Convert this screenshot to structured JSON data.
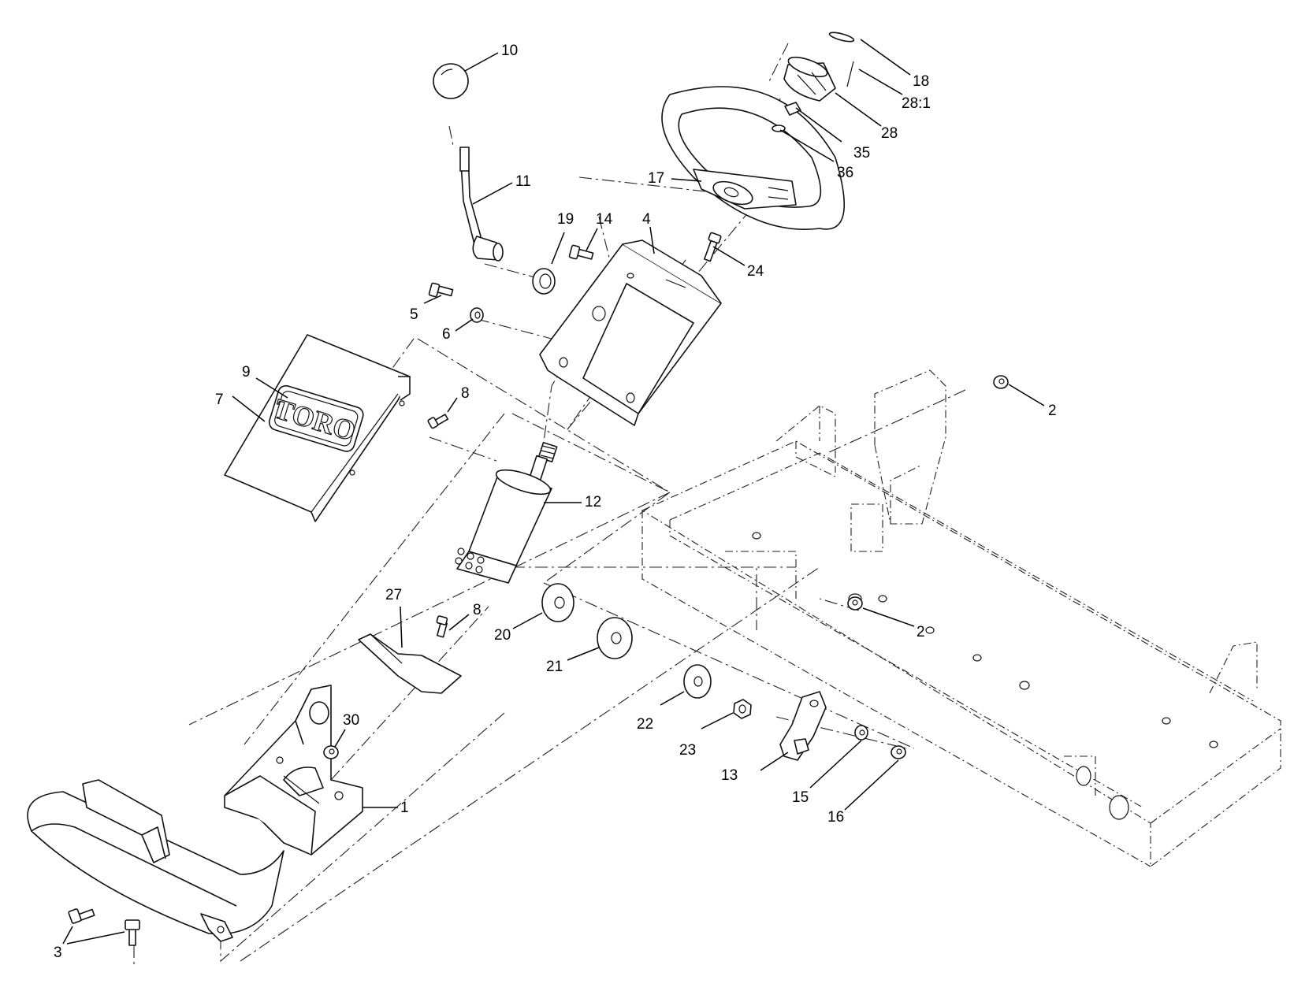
{
  "diagram": {
    "logo_text": "TORO",
    "callouts": [
      {
        "id": "c10",
        "label": "10"
      },
      {
        "id": "c11",
        "label": "11"
      },
      {
        "id": "c19",
        "label": "19"
      },
      {
        "id": "c14",
        "label": "14"
      },
      {
        "id": "c4",
        "label": "4"
      },
      {
        "id": "c24",
        "label": "24"
      },
      {
        "id": "c17",
        "label": "17"
      },
      {
        "id": "c18",
        "label": "18"
      },
      {
        "id": "c28r",
        "label": "28:1"
      },
      {
        "id": "c28",
        "label": "28"
      },
      {
        "id": "c35",
        "label": "35"
      },
      {
        "id": "c36",
        "label": "36"
      },
      {
        "id": "c5",
        "label": "5"
      },
      {
        "id": "c6",
        "label": "6"
      },
      {
        "id": "c9",
        "label": "9"
      },
      {
        "id": "c7",
        "label": "7"
      },
      {
        "id": "c8a",
        "label": "8"
      },
      {
        "id": "c12",
        "label": "12"
      },
      {
        "id": "c2a",
        "label": "2"
      },
      {
        "id": "c2b",
        "label": "2"
      },
      {
        "id": "c27",
        "label": "27"
      },
      {
        "id": "c8b",
        "label": "8"
      },
      {
        "id": "c20",
        "label": "20"
      },
      {
        "id": "c21",
        "label": "21"
      },
      {
        "id": "c22",
        "label": "22"
      },
      {
        "id": "c23",
        "label": "23"
      },
      {
        "id": "c13",
        "label": "13"
      },
      {
        "id": "c15",
        "label": "15"
      },
      {
        "id": "c16",
        "label": "16"
      },
      {
        "id": "c30",
        "label": "30"
      },
      {
        "id": "c1",
        "label": "1"
      },
      {
        "id": "c3",
        "label": "3"
      }
    ]
  }
}
